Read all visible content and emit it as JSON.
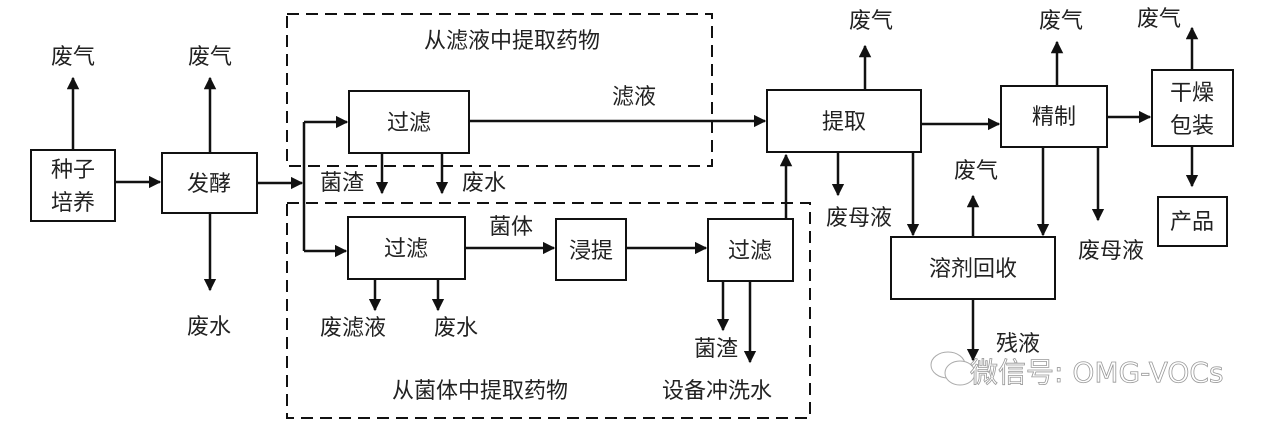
{
  "title": "药物提取工艺流程及产污节点图",
  "groups": {
    "filtrate_extraction": "从滤液中提取药物",
    "mycelium_extraction": "从菌体中提取药物"
  },
  "nodes": {
    "seed_culture_line1": "种子",
    "seed_culture_line2": "培养",
    "fermentation": "发酵",
    "filter_top": "过滤",
    "filter_bottom": "过滤",
    "leaching": "浸提",
    "filter_right": "过滤",
    "extraction": "提取",
    "refining": "精制",
    "drying_line1": "干燥",
    "drying_line2": "包装",
    "product": "产品",
    "solvent_recovery": "溶剂回收"
  },
  "labels": {
    "waste_gas_seed": "废气",
    "waste_gas_ferment": "废气",
    "waste_water_ferment": "废水",
    "filtrate": "滤液",
    "residue_top": "菌渣",
    "waste_water_top": "废水",
    "mycelium": "菌体",
    "waste_filtrate": "废滤液",
    "waste_water_bottom": "废水",
    "residue_right": "菌渣",
    "equipment_wash": "设备冲洗水",
    "waste_gas_extract": "废气",
    "waste_mother_extract": "废母液",
    "waste_gas_refine": "废气",
    "waste_mother_refine": "废母液",
    "waste_gas_dry": "废气",
    "waste_gas_recovery": "废气",
    "residual_liquid": "残液"
  },
  "watermark": "微信号: OMG-VOCs"
}
